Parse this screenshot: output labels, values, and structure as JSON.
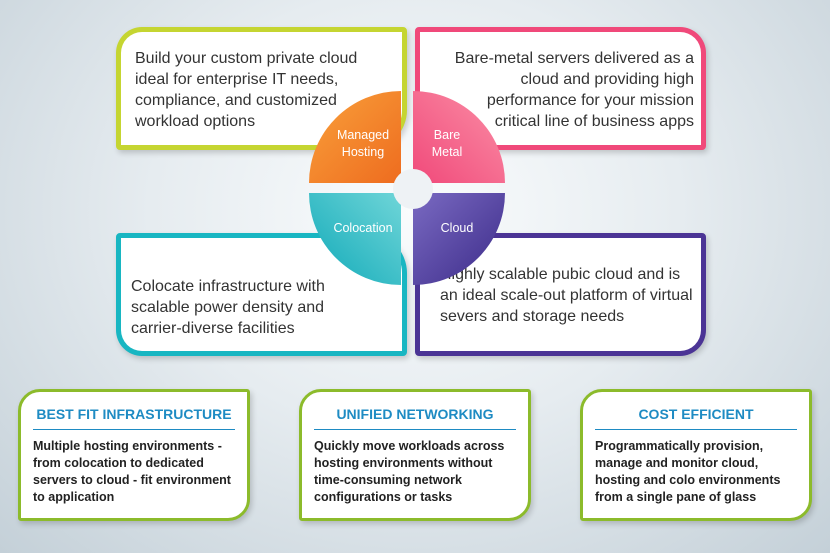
{
  "segments": {
    "managed_hosting": {
      "label": "Managed Hosting",
      "description": "Build your custom private cloud ideal for enterprise IT needs, compliance, and customized workload options",
      "color": "#c5d531"
    },
    "bare_metal": {
      "label": "Bare Metal",
      "description": "Bare-metal servers delivered as a cloud and providing high performance for your mission critical line of business apps",
      "color": "#f0497a"
    },
    "colocation": {
      "label": "Colocation",
      "description": "Colocate infrastructure with scalable power density and carrier-diverse facilities",
      "color": "#18b6c2"
    },
    "cloud": {
      "label": "Cloud",
      "description": "Highly scalable pubic cloud and is an ideal scale-out platform of virtual severs and storage needs",
      "color": "#4b3495"
    }
  },
  "features": [
    {
      "title": "BEST FIT INFRASTRUCTURE",
      "text": "Multiple hosting environments - from colocation to dedicated servers to cloud - fit environment to application",
      "accent": "#1e8bc3"
    },
    {
      "title": "UNIFIED NETWORKING",
      "text": "Quickly move workloads across hosting environments without time-consuming network configurations or tasks",
      "accent": "#1e8bc3"
    },
    {
      "title": "COST EFFICIENT",
      "text": "Programmatically provision, manage and monitor cloud, hosting and colo environments from a single pane of glass",
      "accent": "#1e8bc3"
    }
  ]
}
